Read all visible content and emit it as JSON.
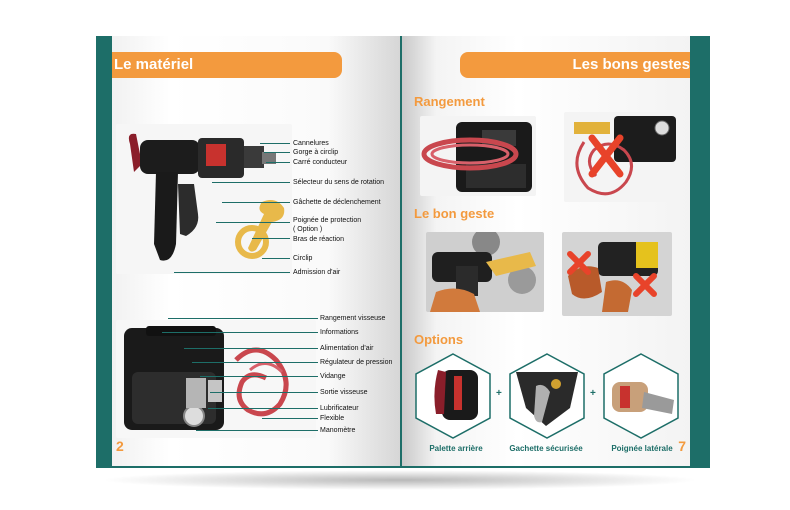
{
  "left_page": {
    "title": "Le matériel",
    "page_number": "2",
    "tool_labels": [
      "Cannelures",
      "Gorge à circlip",
      "Carré conducteur",
      "Sélecteur du sens de rotation",
      "Gâchette de déclenchement",
      "Poignée de protection",
      "( Option )",
      "Bras de réaction",
      "Circlip",
      "Admission d'air"
    ],
    "case_labels": [
      "Rangement visseuse",
      "Informations",
      "Alimentation d'air",
      "Régulateur de pression",
      "Vidange",
      "Sortie visseuse",
      "Lubrificateur",
      "Flexible",
      "Manomètre"
    ]
  },
  "right_page": {
    "title": "Les bons gestes",
    "page_number": "7",
    "sections": {
      "storage": "Rangement",
      "good_gesture": "Le bon geste",
      "options": "Options"
    },
    "options": [
      "Palette arrière",
      "Gachette sécurisée",
      "Poignée latérale"
    ],
    "plus_sign": "+"
  },
  "colors": {
    "accent": "#f39a3e",
    "cover": "#1d6e68",
    "cross": "#e8432a"
  }
}
